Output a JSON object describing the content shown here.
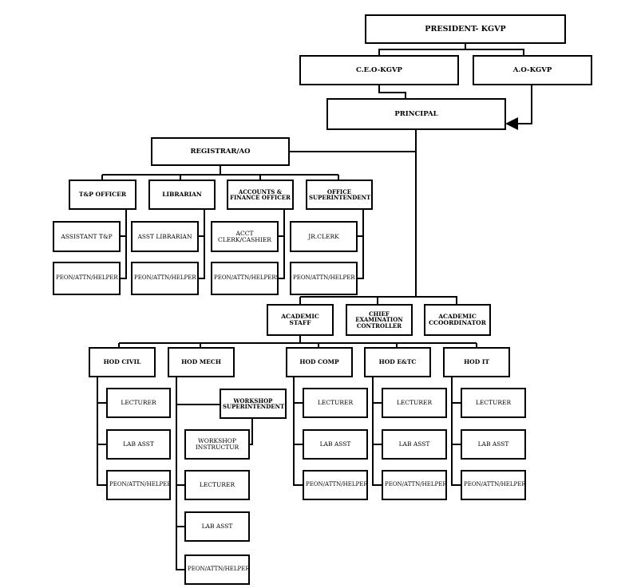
{
  "org": {
    "president": "PRESIDENT- KGVP",
    "ceo": "C.E.O-KGVP",
    "ao": "A.O-KGVP",
    "principal": "PRINCIPAL",
    "registrar": "REGISTRAR/AO",
    "tp_officer": "T&P OFFICER",
    "librarian": "LIBRARIAN",
    "accounts_officer": "ACCOUNTS & FINANCE OFFICER",
    "office_supt": "OFFICE SUPERINTENDENT",
    "asst_tp": "ASSISTANT T&P",
    "asst_librarian": "ASST LIBRARIAN",
    "acct_clerk": "ACCT CLERK/CASHIER",
    "jr_clerk": "JR.CLERK",
    "peon_tp": "PEON/ATTN/HELPER",
    "peon_lib": "PEON/ATTN/HELPER",
    "peon_acct": "PEON/ATTN/HELPERS",
    "peon_office": "PEON/ATTN/HELPER",
    "academic_staff": "ACADEMIC STAFF",
    "chief_exam": "CHIEF EXAMINATION CONTROLLER",
    "academic_coord": "ACADEMIC CCOORDINATOR",
    "hod_civil": "HOD CIVIL",
    "hod_mech": "HOD MECH",
    "hod_comp": "HOD COMP",
    "hod_entc": "HOD E&TC",
    "hod_it": "HOD IT",
    "workshop_supt": "WORKSHOP SUPERINTENDENT",
    "workshop_instr": "WORKSHOP INSTRUCTUR",
    "lecturer_civil": "LECTURER",
    "lab_civil": "LAB ASST",
    "peon_civil": "PEON/ATTN/HELPER",
    "lecturer_mech": "LECTURER",
    "lab_mech": "LAB ASST",
    "peon_mech": "PEON/ATTN/HELPER",
    "lecturer_comp": "LECTURER",
    "lab_comp": "LAB ASST",
    "peon_comp": "PEON/ATTN/HELPER",
    "lecturer_entc": "LECTURER",
    "lab_entc": "LAB ASST",
    "peon_entc": "PEON/ATTN/HELPER",
    "lecturer_it": "LECTURER",
    "lab_it": "LAB ASST",
    "peon_it": "PEON/ATTN/HELPER"
  },
  "colors": {
    "line": "#000000",
    "box_border": "#000000",
    "background": "#ffffff"
  }
}
